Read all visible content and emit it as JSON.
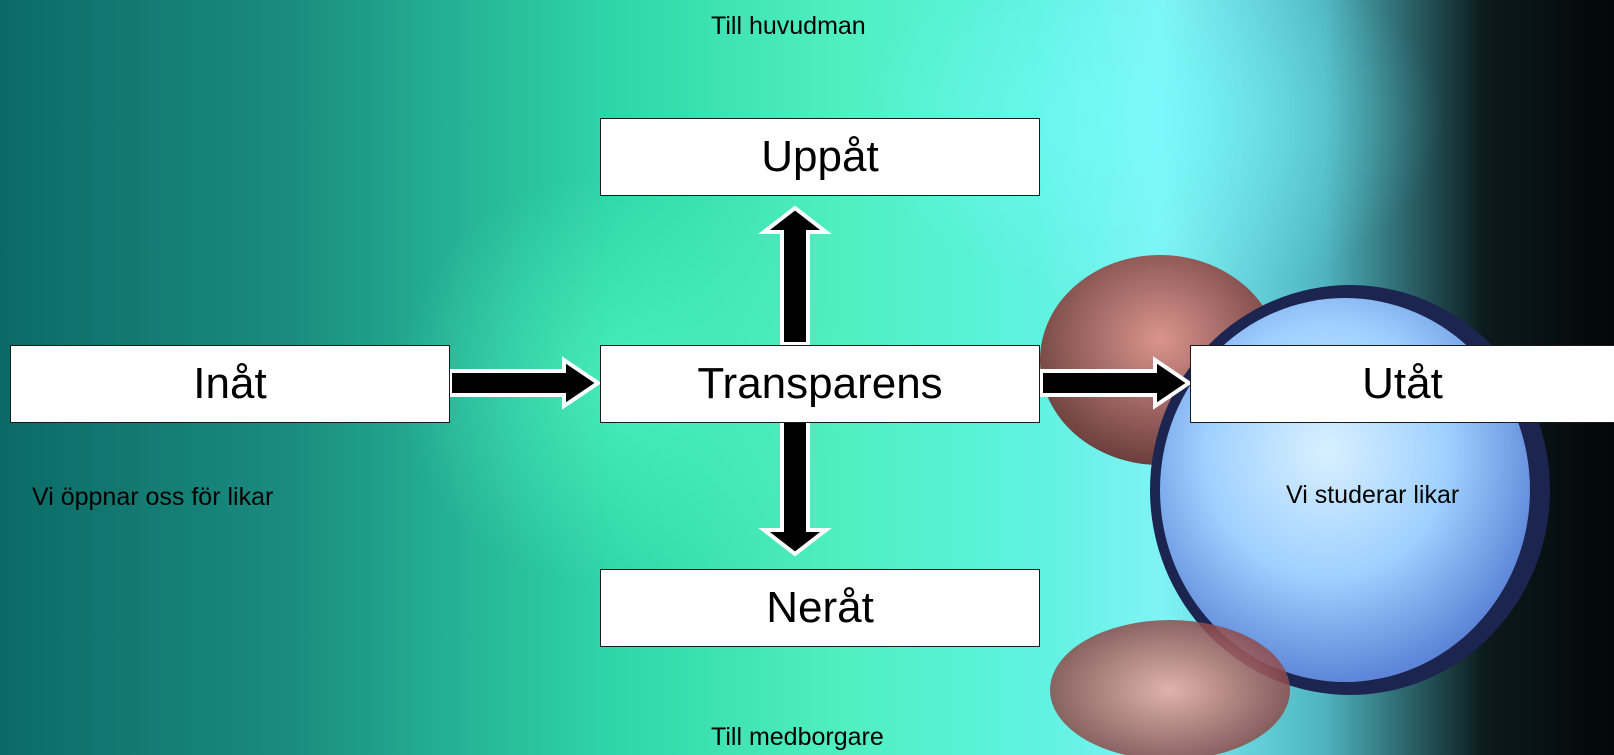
{
  "diagram": {
    "center": "Transparens",
    "up": "Uppåt",
    "down": "Neråt",
    "left": "Inåt",
    "right": "Utåt"
  },
  "captions": {
    "top": "Till huvudman",
    "bottom": "Till medborgare",
    "left": "Vi öppnar oss för likar",
    "right": "Vi studerar likar"
  },
  "colors": {
    "box_fill": "#ffffff",
    "arrow_fill": "#000000",
    "arrow_outline": "#ffffff"
  }
}
